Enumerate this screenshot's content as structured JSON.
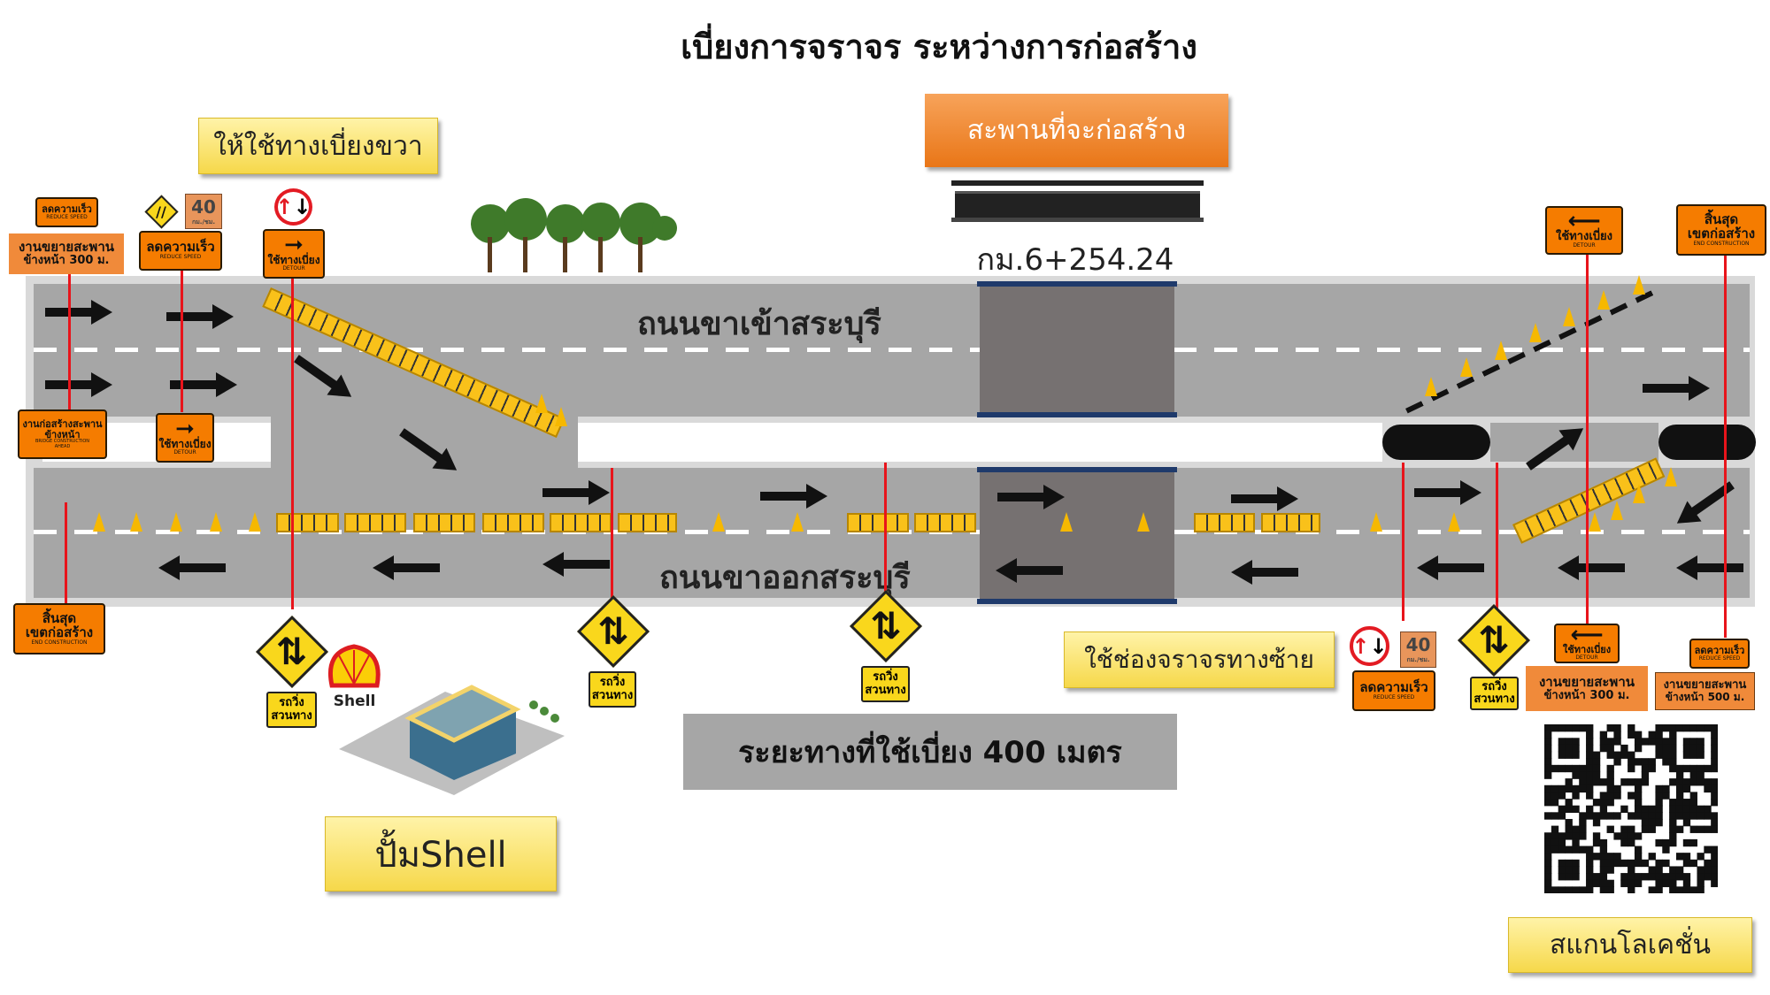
{
  "title": "เบี่ยงการจราจร ระหว่างการก่อสร้าง",
  "labels": {
    "detour_right": "ให้ใช้ทางเบี่ยงขวา",
    "bridge_to_build": "สะพานที่จะก่อสร้าง",
    "km": "กม.6+254.24",
    "road_inbound": "ถนนขาเข้าสระบุรี",
    "road_outbound": "ถนนขาออกสระบุรี",
    "use_left_lane": "ใช้ช่องจราจรทางซ้าย",
    "distance": "ระยะทางที่ใช้เบี่ยง 400 เมตร",
    "shell_pump": "ปั้มShell",
    "scan_location": "สแกนโลเคชั่น",
    "shell_logo": "Shell"
  },
  "signs": {
    "reduce_th": "ลดความเร็ว",
    "reduce_en": "REDUCE SPEED",
    "widen_300_l1": "งานขยายสะพาน",
    "widen_300_l2": "ข้างหน้า 300 ม.",
    "widen_500_l2": "ข้างหน้า 500 ม.",
    "speed_num": "40",
    "speed_unit": "กม./ชม.",
    "detour_th": "ใช้ทางเบี่ยง",
    "detour_en": "DETOUR",
    "bridge_ahead_l1": "งานก่อสร้างสะพาน",
    "bridge_ahead_l2": "ข้างหน้า",
    "bridge_ahead_en1": "BRIDGE CONSTRUCTION",
    "bridge_ahead_en2": "AHEAD",
    "end_l1": "สิ้นสุด",
    "end_l2": "เขตก่อสร้าง",
    "end_en": "END CONSTRUCTION",
    "twoway_l1": "รถวิ่ง",
    "twoway_l2": "สวนทาง"
  },
  "colors": {
    "sign_orange": "#f57c00",
    "label_yellow": "#f6d84a",
    "road": "#a6a6a6",
    "bridge": "#767171",
    "pole": "#e8141b"
  }
}
